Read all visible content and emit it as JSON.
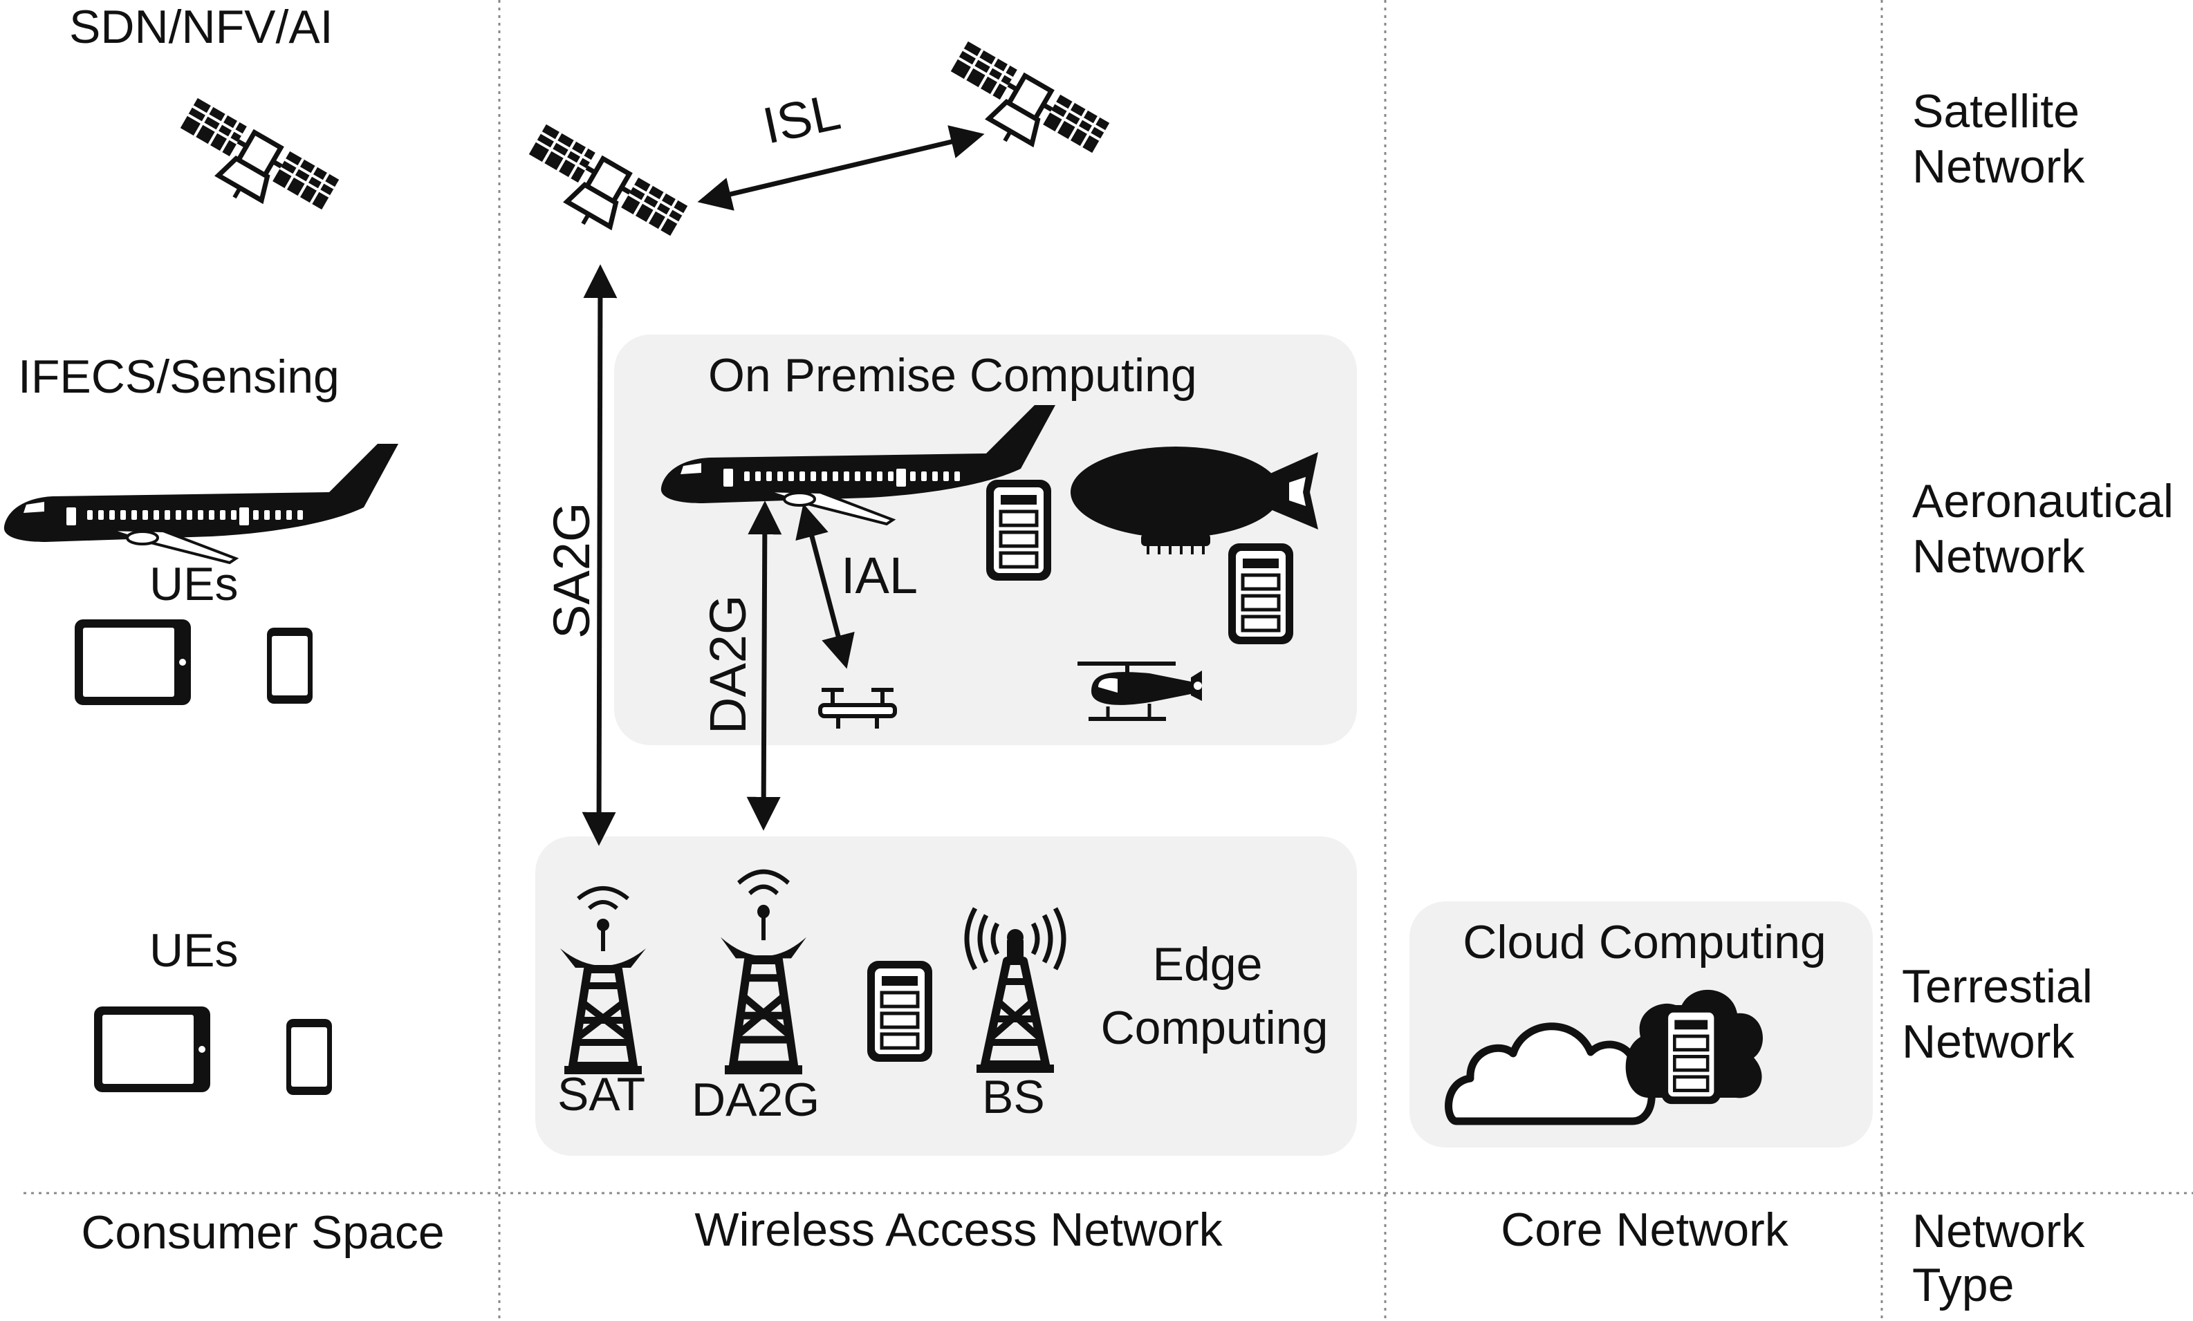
{
  "consumer": {
    "top_label": "SDN/NFV/AI",
    "aero_label": "IFECS/Sensing",
    "ues_air": "UEs",
    "ues_ground": "UEs"
  },
  "wireless": {
    "isl": "ISL",
    "sa2g": "SA2G",
    "da2g_link": "DA2G",
    "ial": "IAL",
    "on_premise": "On Premise Computing",
    "edge_line1": "Edge",
    "edge_line2": "Computing",
    "sat": "SAT",
    "da2g_station": "DA2G",
    "bs": "BS"
  },
  "core": {
    "cloud": "Cloud Computing"
  },
  "network_types": {
    "satellite_line1": "Satellite",
    "satellite_line2": "Network",
    "aero_line1": "Aeronautical",
    "aero_line2": "Network",
    "terr_line1": "Terrestial",
    "terr_line2": "Network"
  },
  "footer": {
    "consumer_space": "Consumer Space",
    "wireless_access": "Wireless Access Network",
    "core_network": "Core Network",
    "network_type_line1": "Network",
    "network_type_line2": "Type"
  },
  "icons": [
    "satellite-icon",
    "airplane-icon",
    "tablet-icon",
    "phone-icon",
    "server-icon",
    "airship-icon",
    "drone-icon",
    "helicopter-icon",
    "antenna-tower-icon",
    "cell-tower-icon",
    "cloud-icon",
    "cloud-server-icon"
  ]
}
